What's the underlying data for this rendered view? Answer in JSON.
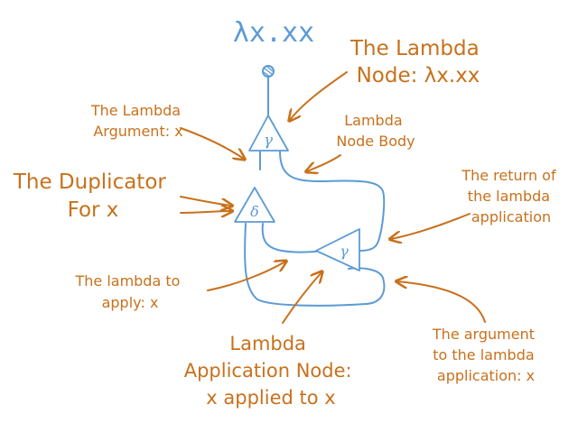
{
  "title": "λx.xx",
  "colors": {
    "wire": "#5b9bd5",
    "annotation": "#c8711c",
    "background": "#ffffff"
  },
  "nodes": {
    "lambda_symbol": "γ",
    "duplicator_symbol": "δ",
    "application_symbol": "γ"
  },
  "labels": {
    "lambda_node": [
      "The Lambda",
      "Node: λx.xx"
    ],
    "lambda_argument": [
      "The Lambda",
      "Argument: x"
    ],
    "lambda_body": [
      "Lambda",
      "Node Body"
    ],
    "duplicator": [
      "The Duplicator",
      "For x"
    ],
    "return": [
      "The return of",
      "the lambda",
      "application"
    ],
    "lambda_to_apply": [
      "The lambda to",
      "apply: x"
    ],
    "argument": [
      "The argument",
      "to the lambda",
      "application: x"
    ],
    "application_node": [
      "Lambda",
      "Application Node:",
      "x applied to x"
    ]
  }
}
